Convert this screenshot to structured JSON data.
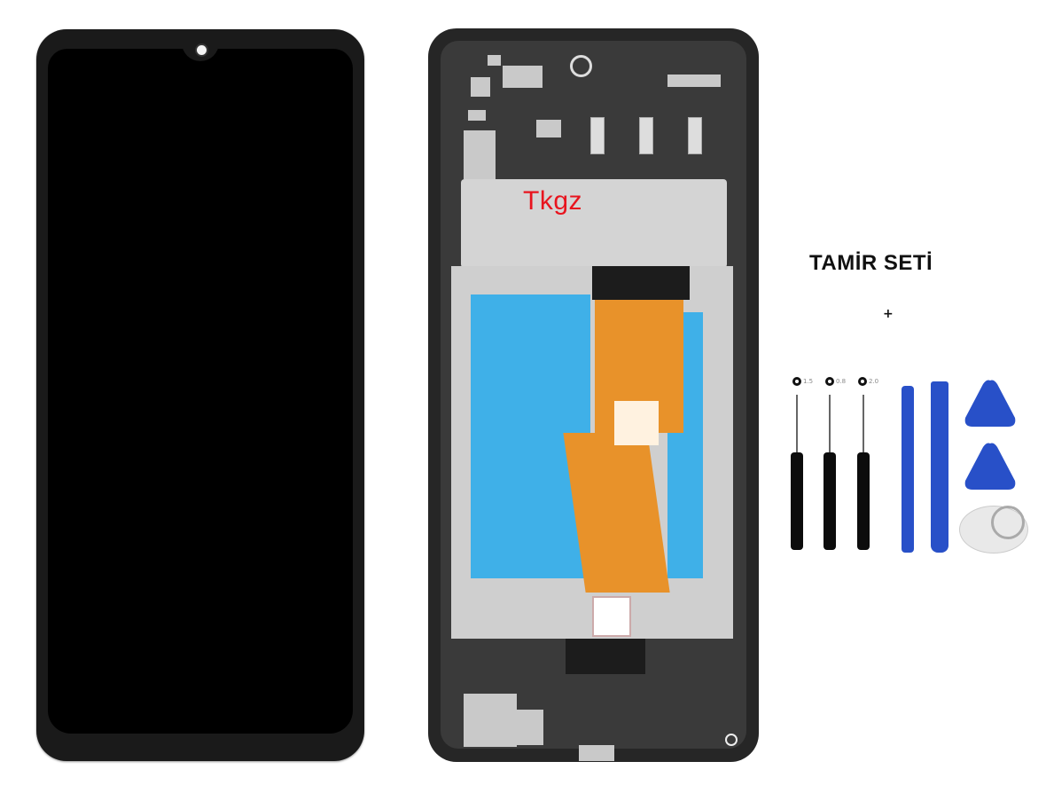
{
  "watermark": "Tkgz",
  "repair_kit": {
    "title": "TAMİR SETİ",
    "plus": "+",
    "screwdriver_labels": [
      "1.5",
      "0.8",
      "2.0"
    ]
  },
  "colors": {
    "frame_black": "#262626",
    "flex_orange": "#e8922a",
    "film_blue": "#3fb0e8",
    "tool_blue": "#2850c8",
    "watermark_red": "#e8141e"
  }
}
